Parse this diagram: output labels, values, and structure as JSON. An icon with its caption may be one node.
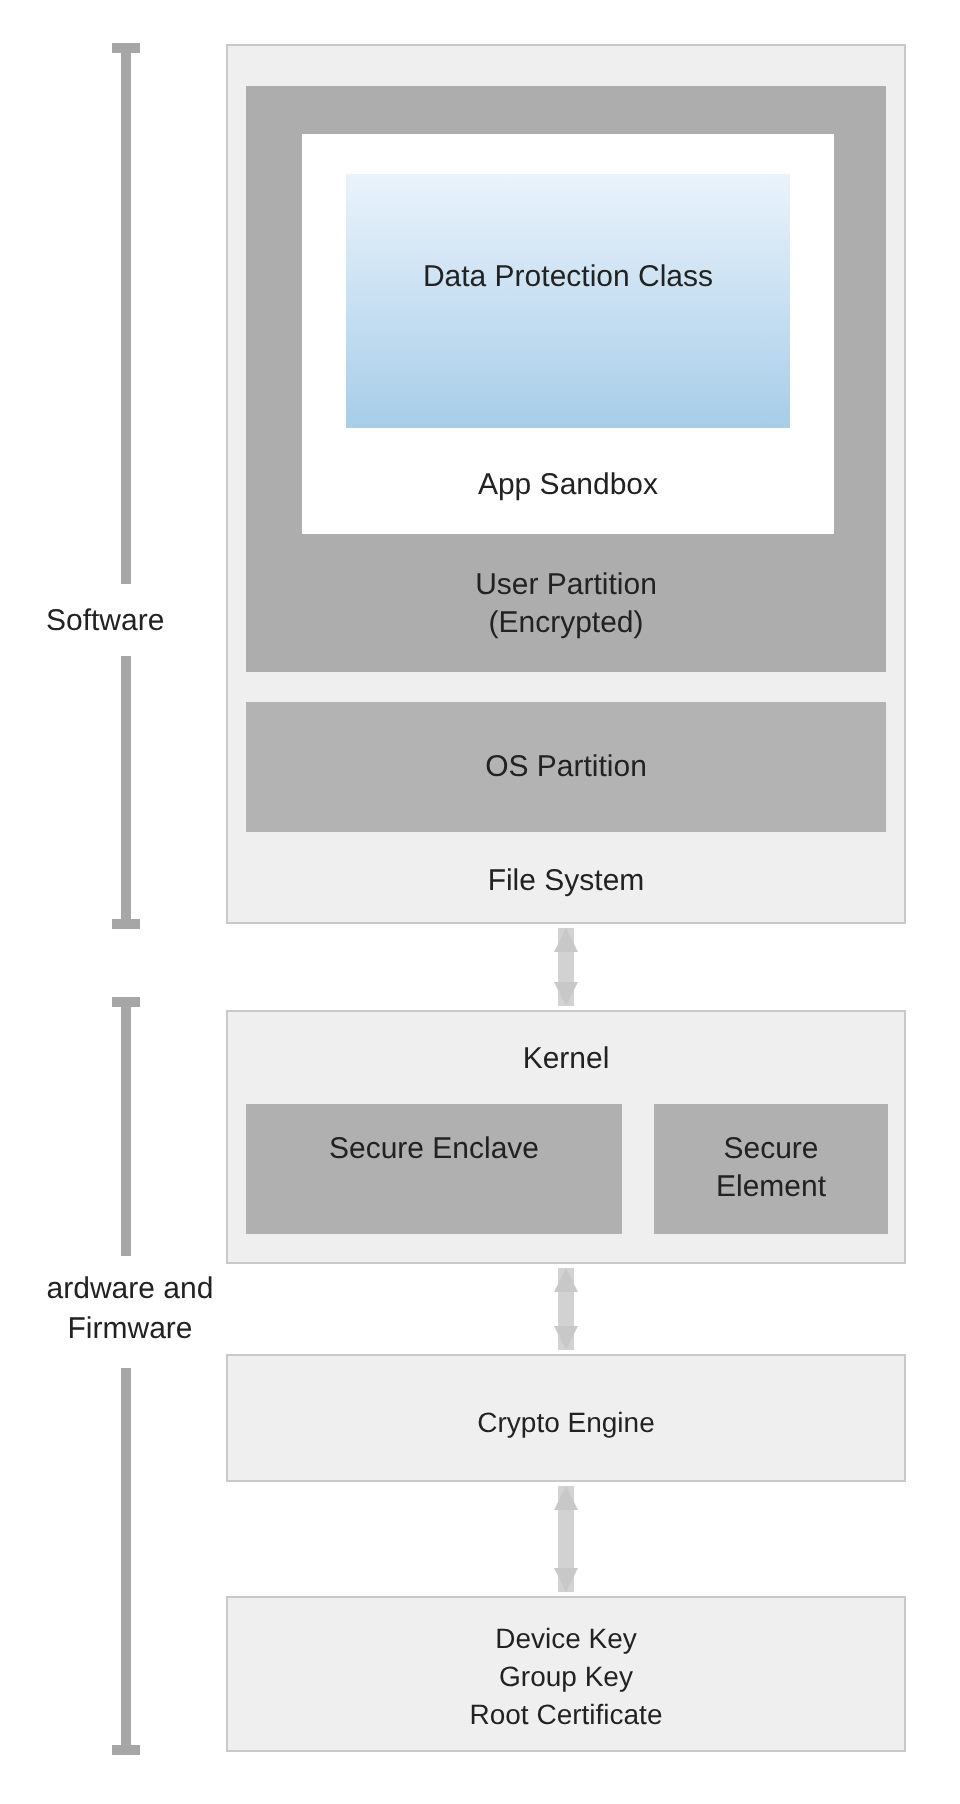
{
  "diagram": {
    "nodes": [
      {
        "text": [
          "File System"
        ]
      },
      {
        "text": [
          "User Partition (Encrypted)"
        ],
        "in": 0
      },
      {
        "text": [
          "App Sandbox"
        ],
        "in": 1
      },
      {
        "text": [
          "Data Protection Class"
        ],
        "in": 2
      },
      {
        "text": [
          "OS Partition"
        ],
        "in": 0
      },
      {
        "text": [
          "Kernel"
        ]
      },
      {
        "text": [
          "Secure Enclave"
        ],
        "in": 5
      },
      {
        "text": [
          "Secure Element"
        ],
        "in": 5
      },
      {
        "text": [
          "Crypto Engine"
        ]
      },
      {
        "text": [
          "Device Key",
          "Group Key",
          "Root Certificate"
        ]
      }
    ],
    "edges": [
      {
        "from": 0,
        "to": 5,
        "arrow": "both"
      },
      {
        "from": 5,
        "to": 8,
        "arrow": "both"
      },
      {
        "from": 8,
        "to": 9,
        "arrow": "both"
      }
    ],
    "labels": [
      "Software",
      "ardware and Firmware"
    ]
  }
}
